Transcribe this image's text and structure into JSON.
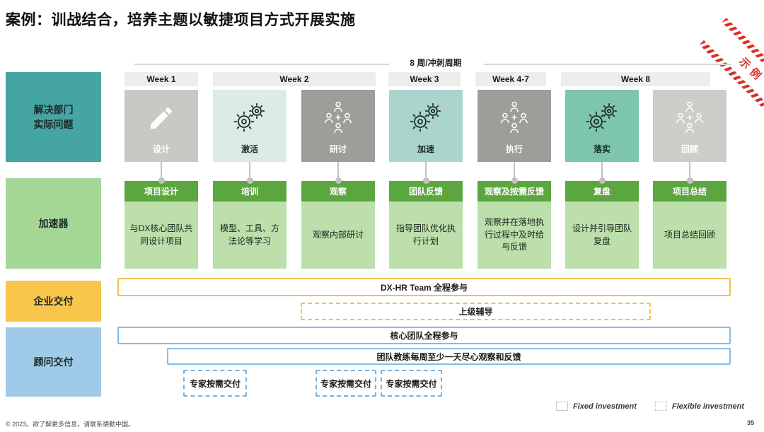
{
  "title": "案例：训战结合，培养主题以敏捷项目方式开展实施",
  "stamp_label": "示例",
  "timeline": {
    "cycle_label": "8 周/冲刺周期",
    "weeks": [
      {
        "label": "Week 1"
      },
      {
        "label": "Week 2"
      },
      {
        "label": "Week 3"
      },
      {
        "label": "Week 4-7"
      },
      {
        "label": "Week 8"
      }
    ]
  },
  "sidebar": {
    "problem_label": "解决部门\n实际问题",
    "accelerator_label": "加速器",
    "enterprise_label": "企业交付",
    "consultant_label": "顾问交付"
  },
  "phases": [
    {
      "label": "设计",
      "icon": "pencil-icon"
    },
    {
      "label": "激活",
      "icon": "gears-icon"
    },
    {
      "label": "研讨",
      "icon": "team-icon"
    },
    {
      "label": "加速",
      "icon": "gears-icon"
    },
    {
      "label": "执行",
      "icon": "team-icon"
    },
    {
      "label": "落实",
      "icon": "gears-icon"
    },
    {
      "label": "回顾",
      "icon": "team-icon"
    }
  ],
  "accelerators": [
    {
      "header": "项目设计",
      "body": "与DX核心团队共同设计项目"
    },
    {
      "header": "培训",
      "body": "模型、工具、方法论等学习"
    },
    {
      "header": "观察",
      "body": "观察内部研讨"
    },
    {
      "header": "团队反馈",
      "body": "指导团队优化执行计划"
    },
    {
      "header": "观察及按需反馈",
      "body": "观察并在落地执行过程中及时给与反馈"
    },
    {
      "header": "复盘",
      "body": "设计并引导团队复盘"
    },
    {
      "header": "项目总结",
      "body": "项目总结回顾"
    }
  ],
  "enterprise_bars": [
    {
      "label": "DX-HR Team 全程参与",
      "style": "solid"
    },
    {
      "label": "上级辅导",
      "style": "dashed"
    }
  ],
  "consultant_bars": [
    {
      "label": "核心团队全程参与",
      "style": "solid"
    },
    {
      "label": "团队教练每周至少一天尽心观察和反馈",
      "style": "solid"
    }
  ],
  "expert_boxes": [
    {
      "label": "专家按需交付"
    },
    {
      "label": "专家按需交付"
    },
    {
      "label": "专家按需交付"
    }
  ],
  "legend": [
    {
      "label": "Fixed investment",
      "style": "solid"
    },
    {
      "label": "Flexible investment",
      "style": "dashed"
    }
  ],
  "footer": {
    "copyright": "© 2023。欲了解更多信息，请联系德勤中国。",
    "page_number": "35"
  },
  "colors": {
    "teal_sidebar": "#45A5A3",
    "green_sidebar": "#A4D795",
    "yellow_sidebar": "#F7C64A",
    "blue_sidebar": "#9FCBE8",
    "card_header_green": "#5CA63F",
    "card_body_green": "#BCDFAB",
    "phase_gray": "#C7CAC4",
    "phase_mint": "#DCEBE4",
    "phase_dark_gray": "#9C9E9A",
    "phase_teal_light": "#ABD4CD",
    "phase_teal": "#7EC5B0",
    "yellow_border": "#F2C14E",
    "blue_border": "#86BCE2",
    "blue_dashed_border": "#6FB3E8",
    "stamp_red": "#D93025"
  }
}
